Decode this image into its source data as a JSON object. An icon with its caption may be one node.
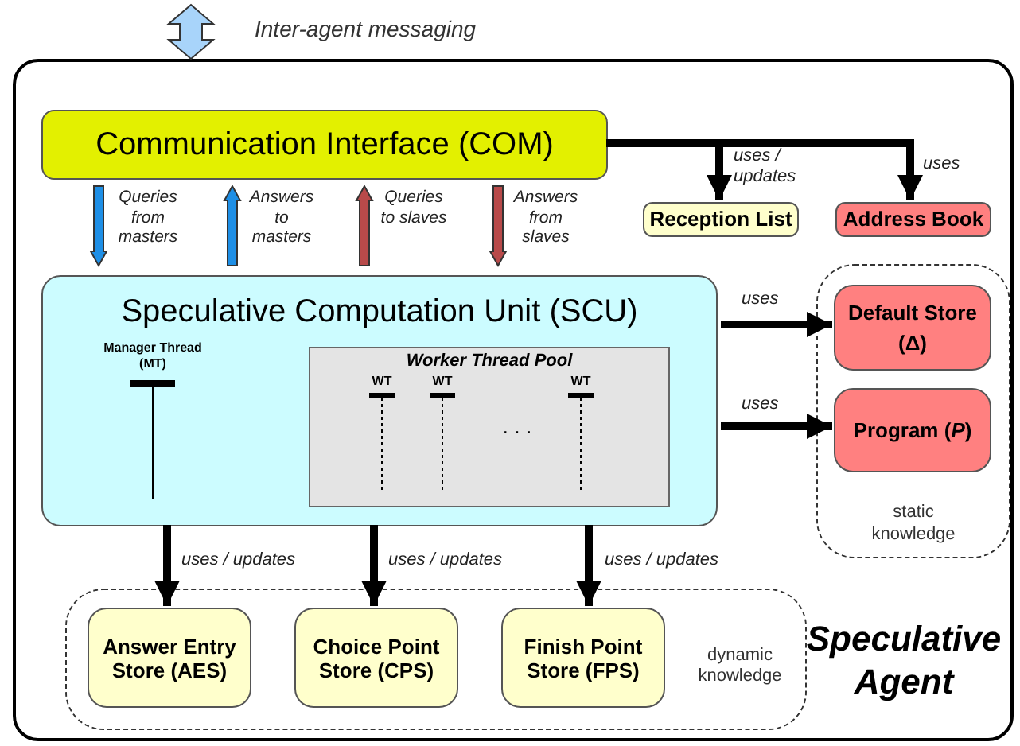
{
  "diagram": {
    "nodes": [
      {
        "text": [
          "Speculative Agent"
        ]
      },
      {
        "text": [
          "Communication Interface (COM)"
        ],
        "in": 0
      },
      {
        "text": [
          "Reception List"
        ],
        "in": 0
      },
      {
        "text": [
          "Address Book"
        ],
        "in": 0
      },
      {
        "text": [
          "static knowledge"
        ],
        "in": 0
      },
      {
        "text": [
          "Default Store (Δ)"
        ],
        "in": 4
      },
      {
        "text": [
          "Program (*P*)"
        ],
        "in": 4
      },
      {
        "text": [
          "Speculative Computation Unit (SCU)"
        ],
        "in": 0
      },
      {
        "text": [
          "Worker Thread Pool"
        ],
        "in": 7
      },
      {
        "text": [
          "dynamic knowledge"
        ],
        "in": 0
      },
      {
        "text": [
          "Answer Entry Store (AES)"
        ],
        "in": 9
      },
      {
        "text": [
          "Choice Point Store (CPS)"
        ],
        "in": 9
      },
      {
        "text": [
          "Finish Point Store (FPS)"
        ],
        "in": 9
      }
    ],
    "edges": [
      {
        "from": null,
        "to": 0,
        "arrow": "both",
        "label": "Inter-agent messaging",
        "color": "#a8d4fa"
      },
      {
        "from": 1,
        "to": 2,
        "arrow": "to",
        "label": "uses / updates"
      },
      {
        "from": 1,
        "to": 3,
        "arrow": "to",
        "label": "uses"
      },
      {
        "from": 1,
        "to": 7,
        "arrow": "to",
        "label": "Queries from masters",
        "color": "#1e8fe6"
      },
      {
        "from": 7,
        "to": 1,
        "arrow": "to",
        "label": "Answers to masters",
        "color": "#1e8fe6"
      },
      {
        "from": 7,
        "to": 1,
        "arrow": "to",
        "label": "Queries to slaves",
        "color": "#b84a4a"
      },
      {
        "from": 1,
        "to": 7,
        "arrow": "to",
        "label": "Answers from slaves",
        "color": "#b84a4a"
      },
      {
        "from": 7,
        "to": 5,
        "arrow": "to",
        "label": "uses"
      },
      {
        "from": 7,
        "to": 6,
        "arrow": "to",
        "label": "uses"
      },
      {
        "from": 7,
        "to": 10,
        "arrow": "to",
        "label": "uses / updates"
      },
      {
        "from": 7,
        "to": 11,
        "arrow": "to",
        "label": "uses / updates"
      },
      {
        "from": 7,
        "to": 12,
        "arrow": "to",
        "label": "uses / updates"
      }
    ],
    "labels": [
      "Manager Thread (MT)",
      "WT",
      "WT",
      "· · ·",
      "WT"
    ]
  }
}
